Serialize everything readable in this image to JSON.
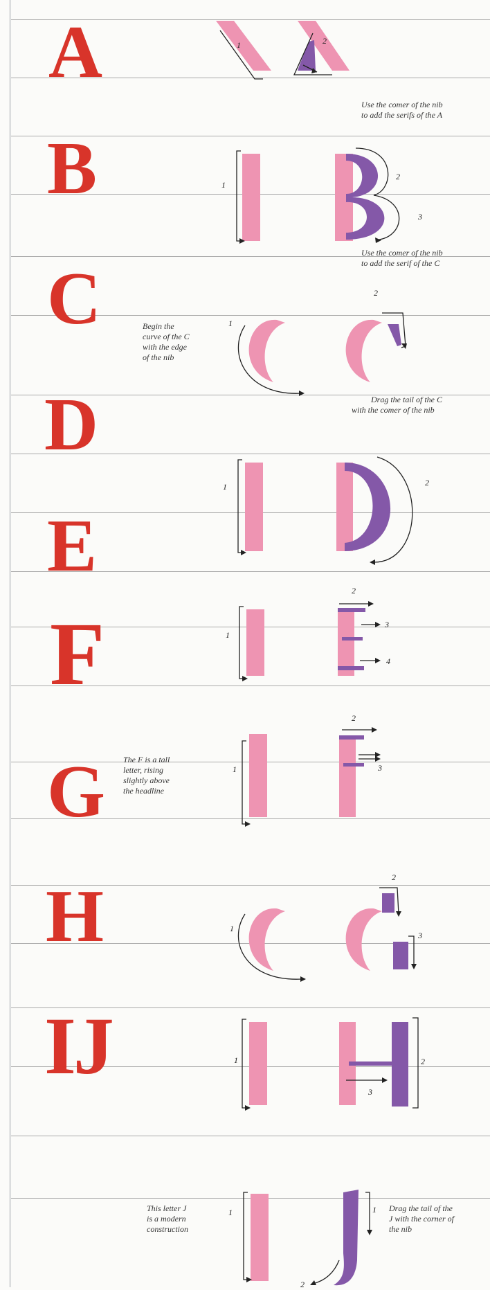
{
  "rows": [
    {
      "letter": "A",
      "notes": [
        "Use the comer of the nib",
        "to add the serifs of the A"
      ]
    },
    {
      "letter": "B",
      "notes": [
        "Use the comer of the nib",
        "to add the serif of the C"
      ]
    },
    {
      "letter": "C",
      "side_note": [
        "Begin the",
        "curve of the C",
        "with the edge",
        "of the nib"
      ],
      "notes": [
        "Drag the tail of the C",
        "with the comer of the nib"
      ]
    },
    {
      "letter": "D"
    },
    {
      "letter": "E"
    },
    {
      "letter": "F",
      "side_note": [
        "The F is a tall",
        "letter, rising",
        "slightly above",
        "the headline"
      ]
    },
    {
      "letter": "G"
    },
    {
      "letter": "H"
    },
    {
      "letter": "IJ",
      "side_note": [
        "This letter J",
        "is a modern",
        "construction"
      ],
      "notes": [
        "Drag the tail of the",
        "J with the corner of",
        "the nib"
      ]
    }
  ],
  "colors": {
    "finished_letter": "#d8342a",
    "first_stroke": "#ee94b2",
    "later_stroke": "#8458a8",
    "rule": "#a9a9a9"
  },
  "numbers": {
    "n1": "1",
    "n2": "2",
    "n3": "3",
    "n4": "4"
  }
}
